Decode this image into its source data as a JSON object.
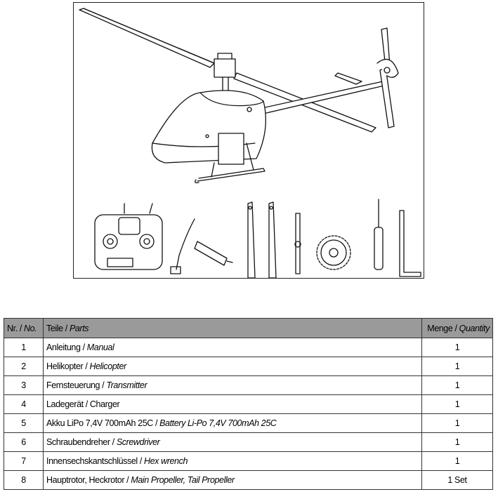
{
  "table": {
    "headers": {
      "no_de": "Nr. / ",
      "no_en": "No.",
      "parts_de": "Teile / ",
      "parts_en": "Parts",
      "qty_de": "Menge / ",
      "qty_en": "Quantity"
    },
    "rows": [
      {
        "no": "1",
        "de": "Anleitung / ",
        "en": "Manual",
        "qty": "1"
      },
      {
        "no": "2",
        "de": "Helikopter / ",
        "en": "Helicopter",
        "qty": "1"
      },
      {
        "no": "3",
        "de": "Fernsteuerung / ",
        "en": "Transmitter",
        "qty": "1"
      },
      {
        "no": "4",
        "de": "Ladegerät / Charger",
        "en": "",
        "qty": "1"
      },
      {
        "no": "5",
        "de": "Akku LiPo 7,4V 700mAh 25C / ",
        "en": "Battery Li-Po 7,4V 700mAh 25C",
        "qty": "1"
      },
      {
        "no": "6",
        "de": "Schraubendreher / ",
        "en": "Screwdriver",
        "qty": "1"
      },
      {
        "no": "7",
        "de": "Innensechskantschlüssel / ",
        "en": "Hex wrench",
        "qty": "1"
      },
      {
        "no": "8",
        "de": "Hauptrotor, Heckrotor / ",
        "en": "Main Propeller, Tail Propeller",
        "qty": "1 Set"
      }
    ]
  }
}
